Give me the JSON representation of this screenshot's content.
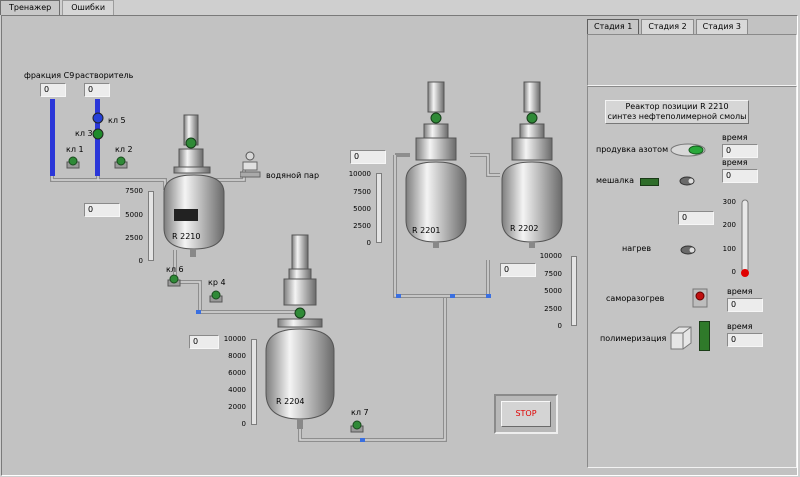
{
  "tabs": {
    "main": "Тренажер",
    "errors": "Ошибки"
  },
  "left": {
    "fraction_label": "фракция С9",
    "fraction_value": "0",
    "solvent_label": "растворитель",
    "solvent_value": "0",
    "valves": {
      "kl1": "кл 1",
      "kl2": "кл 2",
      "kl3": "кл 3",
      "kl5": "кл 5",
      "kl6": "кл 6",
      "kr4": "кр 4",
      "kl7": "кл 7"
    },
    "steam_label": "водяной пар"
  },
  "r2210": {
    "label": "R 2210",
    "value": "0",
    "scale": [
      "7500",
      "5000",
      "2500",
      "0"
    ],
    "level": 0
  },
  "r2204": {
    "label": "R 2204",
    "value": "0",
    "scale": [
      "10000",
      "8000",
      "6000",
      "4000",
      "2000",
      "0"
    ],
    "level": 0
  },
  "r2201": {
    "label": "R 2201",
    "value": "0",
    "scale": [
      "10000",
      "7500",
      "5000",
      "2500",
      "0"
    ],
    "level": 0
  },
  "r2202": {
    "label": "R 2202",
    "value": "0",
    "scale": [
      "10000",
      "7500",
      "5000",
      "2500",
      "0"
    ],
    "level": 0
  },
  "stop_label": "STOP",
  "stages": {
    "tabs": [
      "Стадия 1",
      "Стадия 2",
      "Стадия 3"
    ],
    "title_line1": "Реактор позиции R 2210",
    "title_line2": "синтез нефтеполимерной смолы",
    "nitrogen_label": "продувка азотом",
    "time_label": "время",
    "nitrogen_time": "0",
    "stirrer_label": "мешалка",
    "stirrer_time": "0",
    "temp_value": "0",
    "temp_scale": [
      "300",
      "200",
      "100",
      "0"
    ],
    "heating_label": "нагрев",
    "selfheat_label": "саморазогрев",
    "selfheat_time": "0",
    "polymer_label": "полимеризация",
    "polymer_time": "0"
  }
}
